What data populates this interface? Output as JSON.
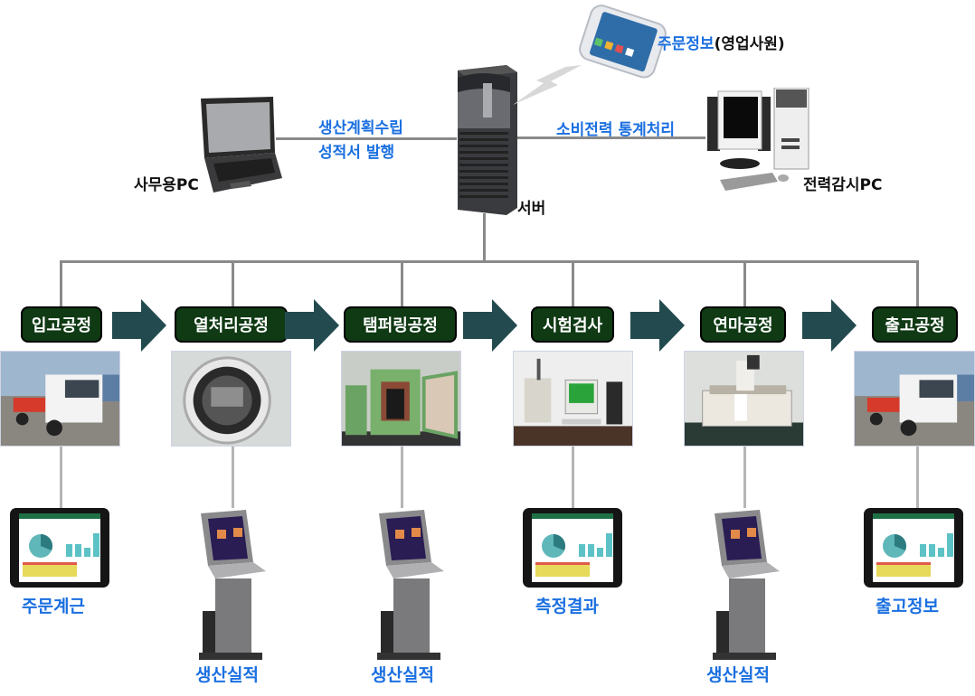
{
  "top": {
    "office_pc": {
      "label": "사무용PC",
      "link_label_1": "생산계획수립",
      "link_label_2": "성적서 발행"
    },
    "server": {
      "label": "서버"
    },
    "smartphone": {
      "label_blue": "주문정보",
      "label_black": "(영업사원)"
    },
    "power_pc": {
      "label": "전력감시PC",
      "link_label": "소비전력 통계처리"
    }
  },
  "stages": [
    {
      "label": "입고공정",
      "photo": "truck",
      "device": "tablet",
      "device_label": "주문계근"
    },
    {
      "label": "열처리공정",
      "photo": "heat-treatment-furnace",
      "device": "kiosk",
      "device_label": "생산실적"
    },
    {
      "label": "탬퍼링공정",
      "photo": "tempering-furnace",
      "device": "kiosk",
      "device_label": "생산실적"
    },
    {
      "label": "시험검사",
      "photo": "testing-equipment",
      "device": "tablet",
      "device_label": "측정결과"
    },
    {
      "label": "연마공정",
      "photo": "grinding-machine",
      "device": "kiosk",
      "device_label": "생산실적"
    },
    {
      "label": "출고공정",
      "photo": "truck",
      "device": "tablet",
      "device_label": "출고정보"
    }
  ],
  "colors": {
    "stage_bg": "#0f3a14",
    "arrow": "#234b4f",
    "link_text": "#1a6fe0",
    "line": "#8a8a8a"
  }
}
